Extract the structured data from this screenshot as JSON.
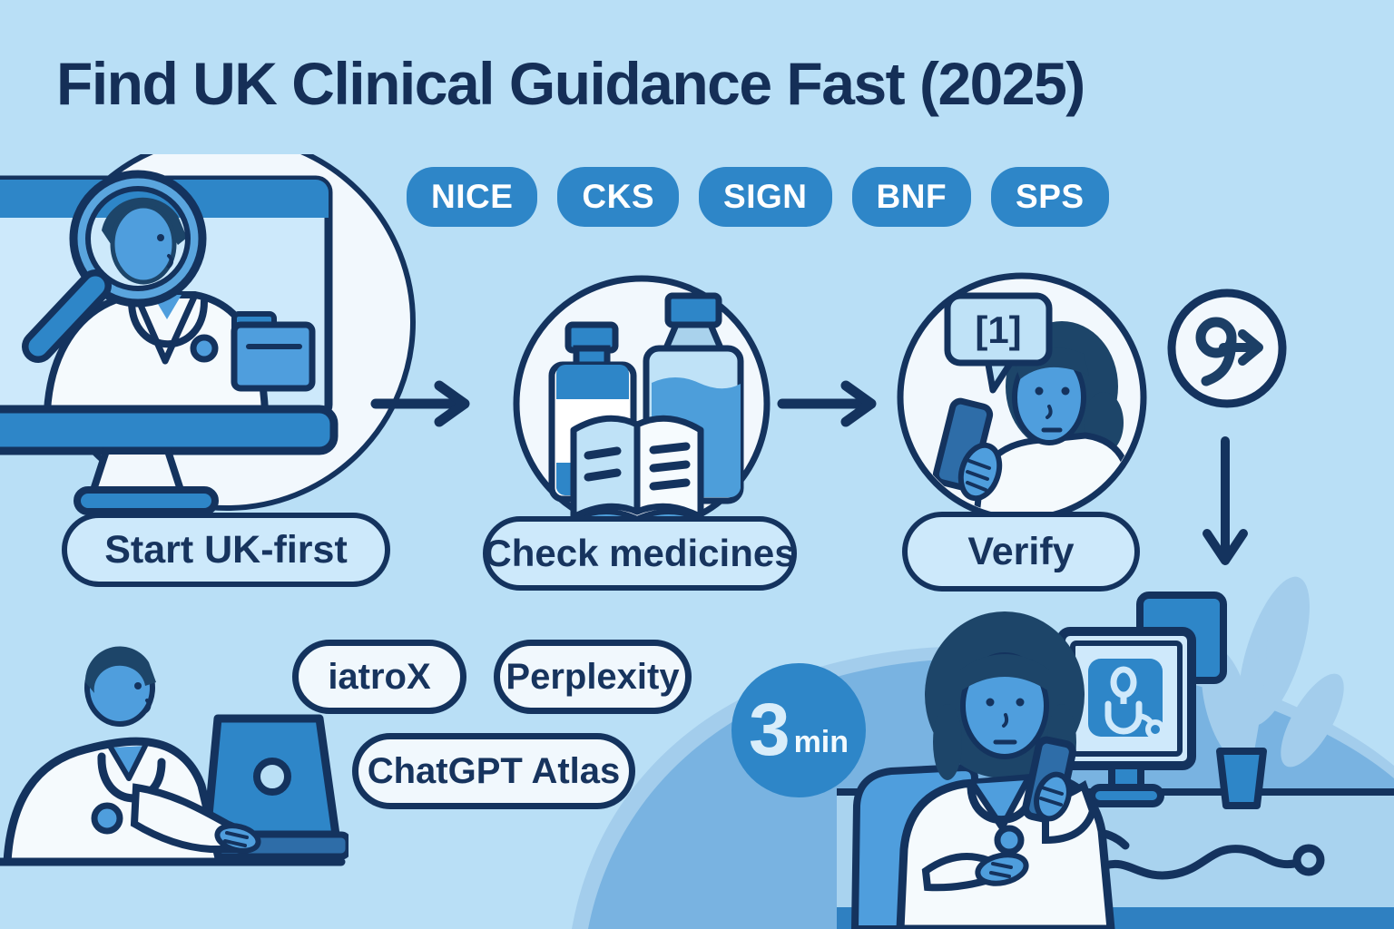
{
  "title": "Find UK Clinical Guidance Fast (2025)",
  "source_badges": [
    "NICE",
    "CKS",
    "SIGN",
    "BNF",
    "SPS"
  ],
  "steps": [
    {
      "label": "Start UK-first"
    },
    {
      "label": "Check medicines"
    },
    {
      "label": "Verify",
      "citation_marker": "[1]"
    }
  ],
  "tools": [
    "iatroX",
    "Perplexity",
    "ChatGPT Atlas"
  ],
  "time_badge": {
    "value": "3",
    "unit": "min"
  },
  "icons": {
    "magnifier-icon": "magnifying glass over doctor on monitor",
    "folder-icon": "folder on monitor screen",
    "medicine-bottles-icon": "two medicine bottles",
    "open-book-icon": "open formulary book",
    "citation-bubble-icon": "speech bubble with [1]",
    "phone-icon": "smartphone in hand",
    "go-next-icon": "9 with right arrow in circle",
    "arrow-right-icon": "right arrow",
    "arrow-down-icon": "down arrow",
    "stethoscope-icon": "stethoscope on desk",
    "doctor-app-icon": "doctor glyph on monitor screen"
  },
  "colors": {
    "background": "#b9dff6",
    "outline_navy": "#14335e",
    "title_navy": "#152f57",
    "badge_blue": "#2e86c8",
    "accent_blue": "#4f9edd",
    "light_fill": "#f2f8fd",
    "pill_light_blue": "#cde9fb",
    "blob_blue": "#79b3e1",
    "desk_blue": "#a9d3ef",
    "desk_edge_blue": "#2f80c1",
    "hair_navy": "#1d4569",
    "phone_blue": "#2e6da8"
  }
}
